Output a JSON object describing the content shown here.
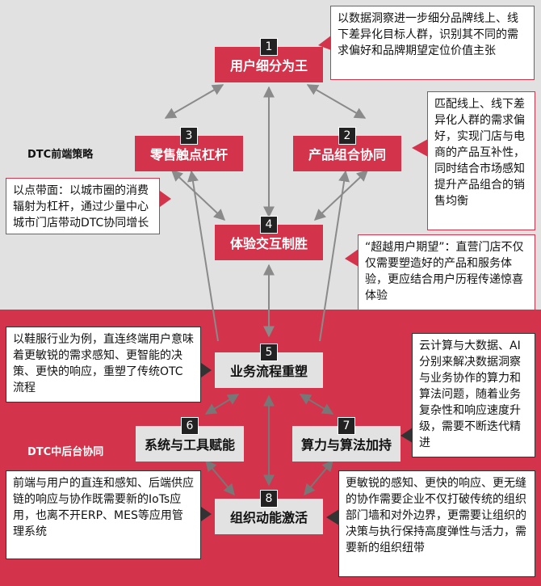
{
  "sections": {
    "front_label": "DTC前端策略",
    "back_label": "DTC中后台协同"
  },
  "nodes": [
    {
      "num": "1",
      "label": "用户细分为王"
    },
    {
      "num": "2",
      "label": "产品组合协同"
    },
    {
      "num": "3",
      "label": "零售触点杠杆"
    },
    {
      "num": "4",
      "label": "体验交互制胜"
    },
    {
      "num": "5",
      "label": "业务流程重塑"
    },
    {
      "num": "6",
      "label": "系统与工具赋能"
    },
    {
      "num": "7",
      "label": "算力与算法加持"
    },
    {
      "num": "8",
      "label": "组织动能激活"
    }
  ],
  "callouts": {
    "c1": "以数据洞察进一步细分品牌线上、线下差异化目标人群，识别其不同的需求偏好和品牌期望定位价值主张",
    "c2": "匹配线上、线下差异化人群的需求偏好，实现门店与电商的产品互补性，同时结合市场感知提升产品组合的销售均衡",
    "c3": "以点带面：以城市圈的消费辐射为杠杆，通过少量中心城市门店带动DTC协同增长",
    "c4": "“超越用户期望”：直营门店不仅仅需要塑造好的产品和服务体验，更应结合用户历程传递惊喜体验",
    "c5": "以鞋服行业为例，直连终端用户意味着更敏锐的需求感知、更智能的决策、更快的响应，重塑了传统OTC流程",
    "c7": "云计算与大数据、AI分别来解决数据洞察与业务协作的算力和算法问题，随着业务复杂性和响应速度升级，需要不断迭代精进",
    "c6": "前端与用户的直连和感知、后端供应链的响应与协作既需要新的IoTs应用，也离不开ERP、MES等应用管理系统",
    "c8": "更敏锐的感知、更快的响应、更无缝的协作需要企业不仅打破传统的组织部门墙和对外边界，更需要让组织的决策与执行保持高度弹性与活力，需要新的组织纽带"
  },
  "colors": {
    "accent_red": "#d3344b",
    "top_bg": "#e1e1e1",
    "number_badge": "#222222",
    "arrow_grey": "#8a8a8a"
  }
}
